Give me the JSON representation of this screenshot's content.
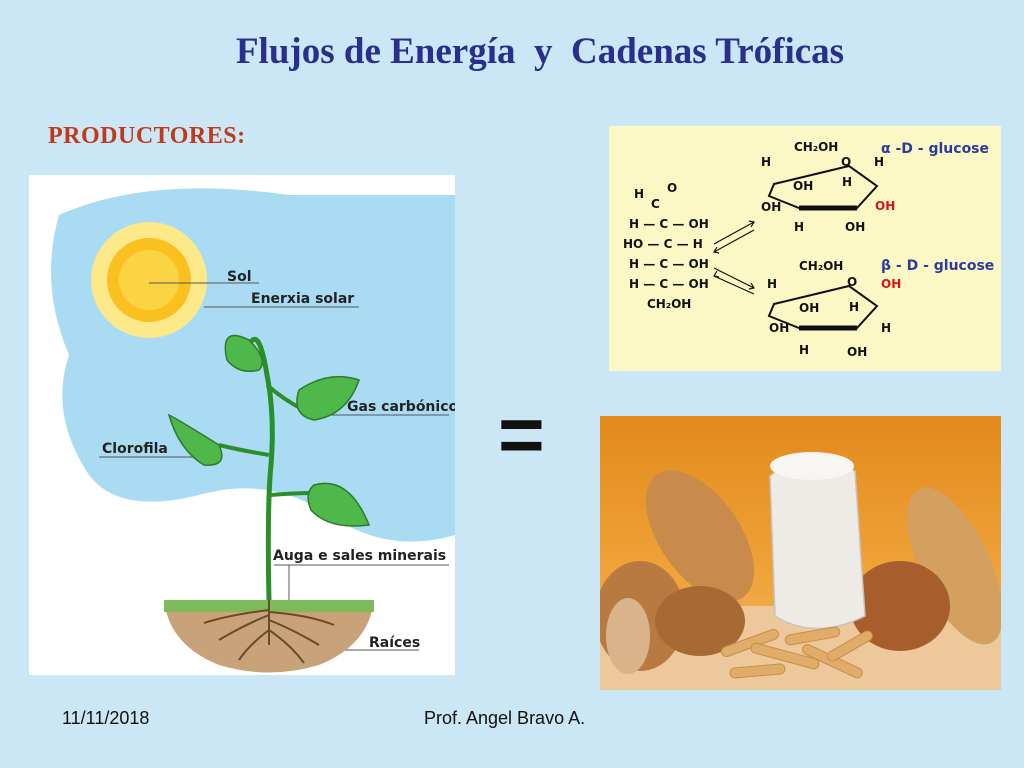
{
  "slide": {
    "title": "Flujos de Energía  y  Cadenas Tróficas",
    "subtitle": "PRODUCTORES:",
    "equals": "=",
    "footer": {
      "date": "11/11/2018",
      "author": "Prof. Angel Bravo A."
    }
  },
  "plant_diagram": {
    "labels": {
      "sun": "Sol",
      "solar_energy": "Enerxia solar",
      "co2": "Gas carbónico",
      "chlorophyll": "Clorofila",
      "water_minerals": "Auga e sales minerais",
      "roots": "Raíces"
    }
  },
  "glucose_diagram": {
    "alpha_label": "α -D - glucose",
    "beta_label": "β - D - glucose",
    "open_chain": {
      "top": "H",
      "carbonyl": "O",
      "rows": [
        "H — C — OH",
        "HO — C — H",
        "H — C — OH",
        "H — C — OH"
      ],
      "bottom": "CH₂OH",
      "c_label": "C"
    },
    "ring_atoms": {
      "ch2oh": "CH₂OH",
      "o": "O",
      "h": "H",
      "oh": "OH"
    },
    "colors": {
      "label": "#2a3c9c",
      "highlight": "#d8121b"
    }
  },
  "colors": {
    "background": "#cbe6f5",
    "title": "#2a2e8c",
    "subtitle": "#c0391d"
  }
}
